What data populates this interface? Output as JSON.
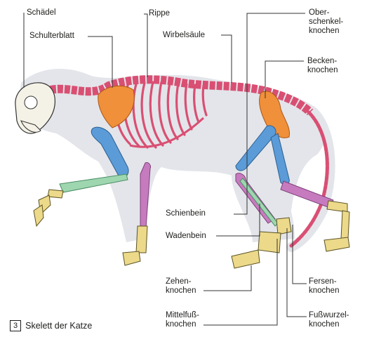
{
  "labels": {
    "schaedel": "Schädel",
    "schulterblatt": "Schulterblatt",
    "rippe": "Rippe",
    "wirbelsaeule": "Wirbelsäule",
    "oberschenkel": [
      "Ober-",
      "schenkel-",
      "knochen"
    ],
    "becken": [
      "Becken-",
      "knochen"
    ],
    "schienbein": "Schienbein",
    "wadenbein": "Wadenbein",
    "zehen": [
      "Zehen-",
      "knochen"
    ],
    "mittelfuss": [
      "Mittelfuß-",
      "knochen"
    ],
    "fersen": [
      "Fersen-",
      "knochen"
    ],
    "fusswurzel": [
      "Fußwurzel-",
      "knochen"
    ]
  },
  "caption": {
    "number": "3",
    "text": "Skelett der Katze"
  },
  "colors": {
    "silhouette": "#e3e5ea",
    "spine": "#d94f73",
    "shoulder": "#f0903a",
    "humerus_femur": "#5b9bd8",
    "lower_leg": "#c77bbf",
    "fibula_tibia": "#9ed6b0",
    "paws": "#ecd98a",
    "skull": "#f4f1e6",
    "line": "#333333"
  }
}
